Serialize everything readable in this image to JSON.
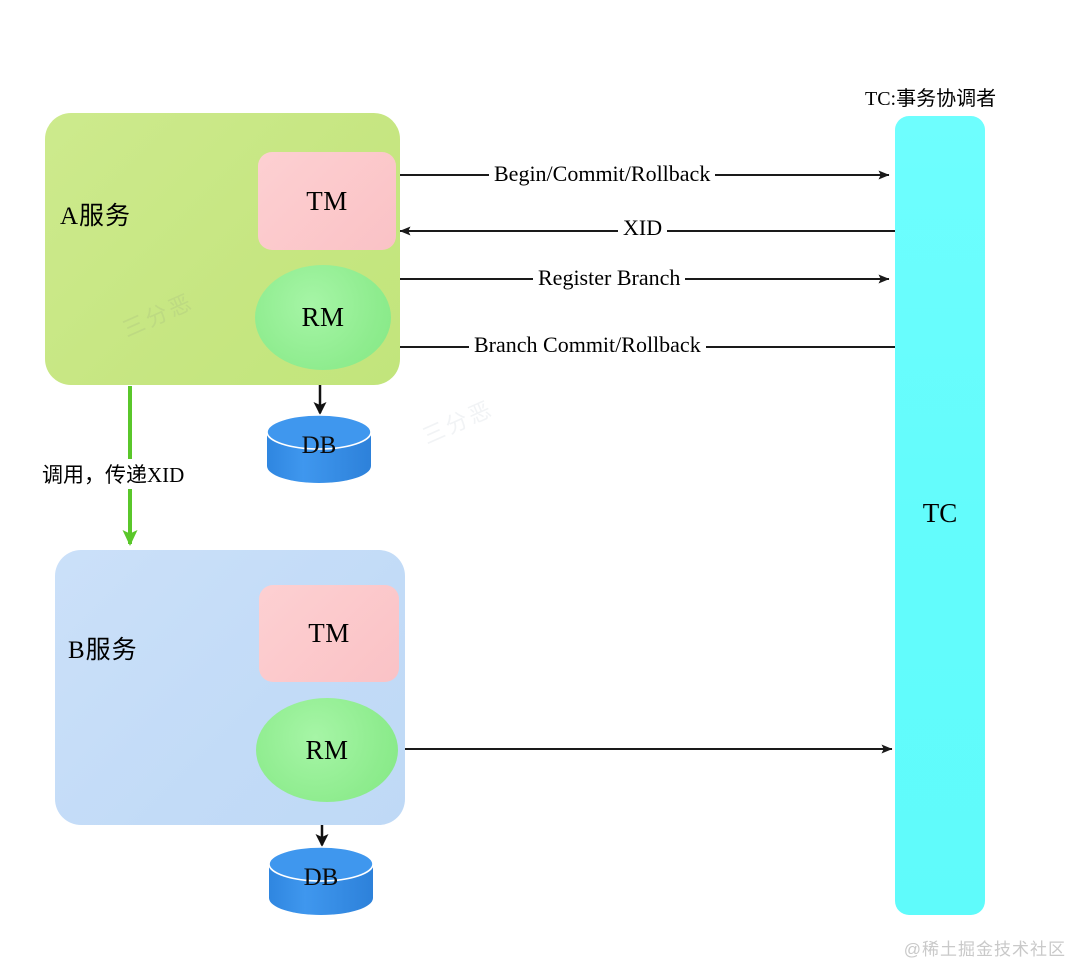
{
  "diagram": {
    "title": "Seata distributed transaction flow",
    "services": [
      {
        "id": "a",
        "label": "A服务",
        "tm_label": "TM",
        "rm_label": "RM",
        "db_label": "DB",
        "fill": "#c8e887"
      },
      {
        "id": "b",
        "label": "B服务",
        "tm_label": "TM",
        "rm_label": "RM",
        "db_label": "DB",
        "fill": "#c4dcf7"
      }
    ],
    "coordinator": {
      "caption": "TC:事务协调者",
      "label": "TC",
      "fill": "#66fdfd"
    },
    "messages": [
      {
        "id": "begin",
        "text": "Begin/Commit/Rollback",
        "direction": "right"
      },
      {
        "id": "xid",
        "text": "XID",
        "direction": "left"
      },
      {
        "id": "register",
        "text": "Register Branch",
        "direction": "right"
      },
      {
        "id": "branch",
        "text": "Branch Commit/Rollback",
        "direction": "left"
      },
      {
        "id": "rm-b-tc",
        "text": "",
        "direction": "both"
      }
    ],
    "invoke_label": "调用，传递XID",
    "colors": {
      "service_a": "#c8e887",
      "service_b": "#c4dcf7",
      "tm": "#fcc9cc",
      "rm": "#92ef92",
      "tc": "#66fdfd",
      "db": "#3890e8",
      "invoke_arrow": "#5ac72a",
      "message_arrow": "#1a1a1a"
    },
    "watermarks": {
      "inner_1": "三分恶",
      "inner_2": "三分恶",
      "corner": "@稀土掘金技术社区"
    }
  }
}
